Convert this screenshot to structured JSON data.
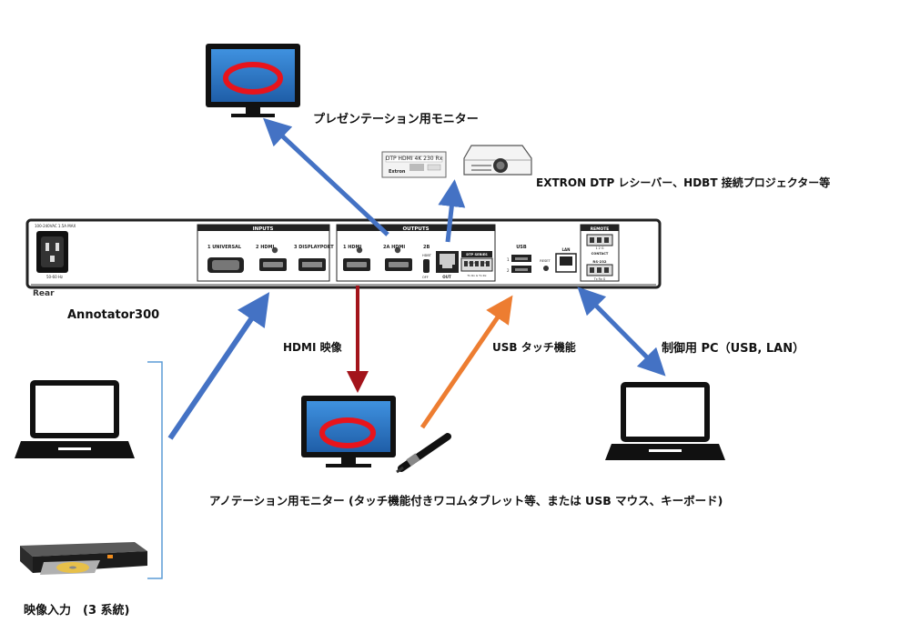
{
  "device": {
    "name": "Annotator300",
    "rear_label": "Rear",
    "power_spec_top": "100-240VAC  1.5A MAX",
    "power_spec_bottom": "50-60 Hz",
    "inputs_header": "INPUTS",
    "input_ports": [
      "1   UNIVERSAL",
      "2   HDMI",
      "3 DISPLAYPORT"
    ],
    "outputs_header": "OUTPUTS",
    "output_ports": [
      "1   HDMI",
      "2A   HDMI",
      "2B",
      "HDBT",
      "OFF",
      "OUT",
      "DTP SERIES",
      "RS-232",
      "IR",
      "Tx Rx G Tx Rx"
    ],
    "usb_label": "USB",
    "usb_ports": [
      "1",
      "2"
    ],
    "reset_label": "RESET",
    "lan_label": "LAN",
    "remote_header": "REMOTE",
    "remote_contact": "CONTACT",
    "remote_pins": "1 2 G",
    "rs232_label": "RS-232",
    "rs232_pins": "Tx Rx G"
  },
  "receiver": {
    "model_text": "DTP HDMI 4K 230 Rx",
    "brand": "Extron"
  },
  "labels": {
    "presentation_monitor": "プレゼンテーション用モニター",
    "projector": "EXTRON DTP レシーバー、HDBT 接続プロジェクター等",
    "hdmi_video": "HDMI 映像",
    "usb_touch": "USB タッチ機能",
    "control_pc": "制御用 PC（USB, LAN）",
    "annotation_monitor": "アノテーション用モニター (タッチ機能付きワコムタブレット等、または USB マウス、キーボード)",
    "video_input": "映像入力　(3 系統)"
  },
  "colors": {
    "blue_arrow": "#4472c4",
    "red_arrow": "#a3141b",
    "orange_arrow": "#ed7d31",
    "screen_blue": "#2a78c8",
    "ring_red": "#e8141c",
    "bracket": "#5b9bd5"
  }
}
